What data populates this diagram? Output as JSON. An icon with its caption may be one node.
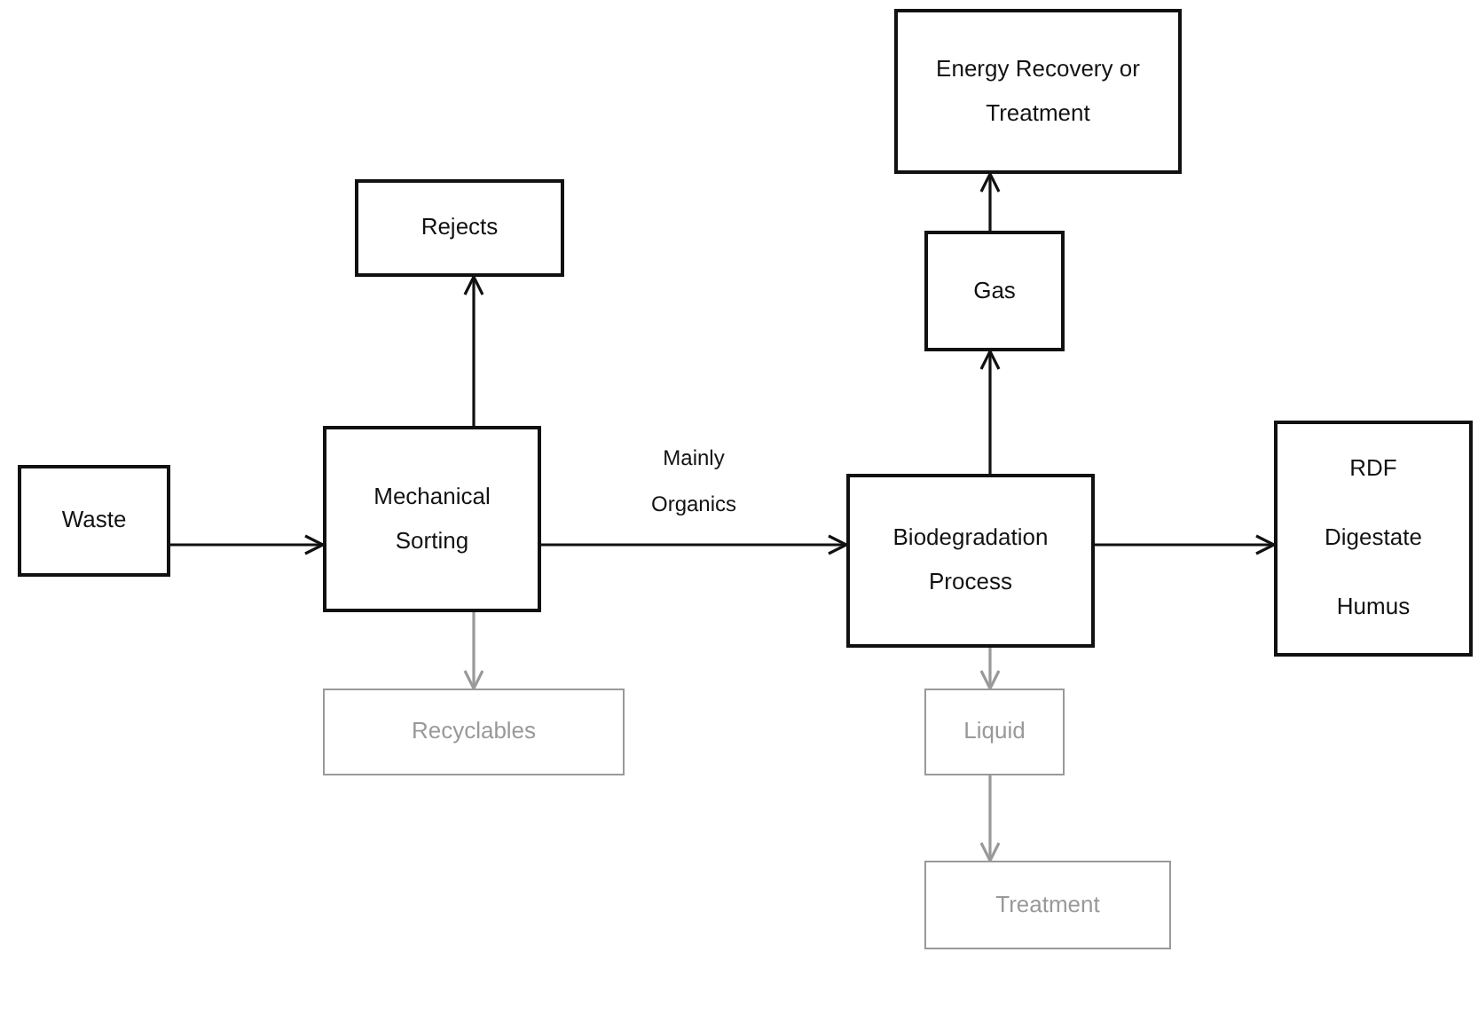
{
  "diagram": {
    "nodes": [
      {
        "text": [
          "Waste"
        ]
      },
      {
        "text": [
          "Mechanical Sorting"
        ]
      },
      {
        "text": [
          "Rejects"
        ]
      },
      {
        "text": [
          "Recyclables"
        ]
      },
      {
        "text": [
          "Biodegradation Process"
        ]
      },
      {
        "text": [
          "Gas"
        ]
      },
      {
        "text": [
          "Energy Recovery or Treatment"
        ]
      },
      {
        "text": [
          "RDF",
          "Digestate",
          "Humus"
        ]
      },
      {
        "text": [
          "Liquid"
        ]
      },
      {
        "text": [
          "Treatment"
        ]
      }
    ],
    "edges": [
      {
        "from": 0,
        "to": 1,
        "arrow": "to"
      },
      {
        "from": 1,
        "to": 2,
        "arrow": "to"
      },
      {
        "from": 1,
        "to": 3,
        "arrow": "to",
        "color": "#999999"
      },
      {
        "from": 1,
        "to": 4,
        "arrow": "to",
        "label": "Mainly Organics"
      },
      {
        "from": 4,
        "to": 5,
        "arrow": "to"
      },
      {
        "from": 5,
        "to": 6,
        "arrow": "to"
      },
      {
        "from": 4,
        "to": 7,
        "arrow": "to"
      },
      {
        "from": 4,
        "to": 8,
        "arrow": "to",
        "color": "#999999"
      },
      {
        "from": 8,
        "to": 9,
        "arrow": "to",
        "color": "#999999"
      }
    ]
  }
}
